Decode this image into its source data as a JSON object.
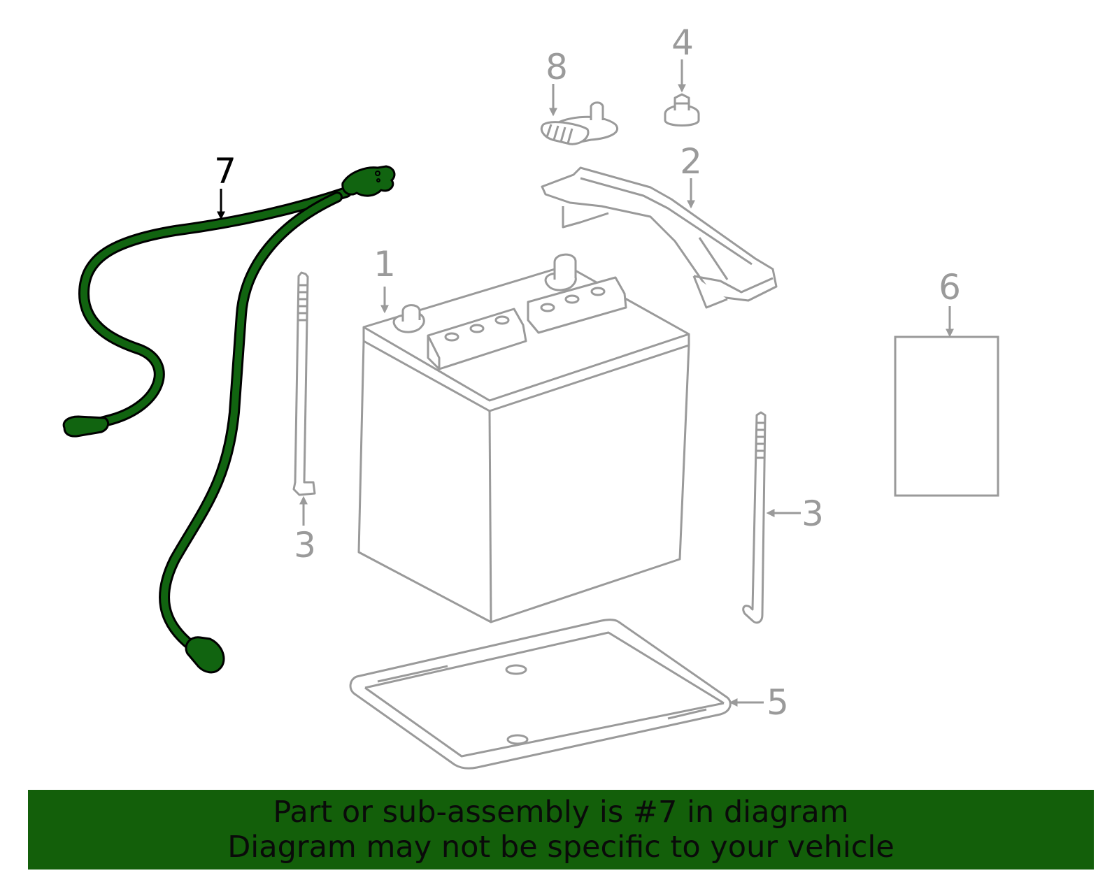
{
  "colors": {
    "part_outline": "#9a9a9a",
    "highlight_fill": "#116410",
    "highlight_stroke": "#000000",
    "banner_bg": "#135f0a",
    "banner_text": "#0a0a0a"
  },
  "callouts": {
    "c1": "1",
    "c2": "2",
    "c3a": "3",
    "c3b": "3",
    "c4": "4",
    "c5": "5",
    "c6": "6",
    "c7": "7",
    "c8": "8"
  },
  "highlighted_part": "7",
  "banner": {
    "line1": "Part or sub-assembly is #7 in diagram",
    "line2": "Diagram may not be specific to your vehicle"
  }
}
